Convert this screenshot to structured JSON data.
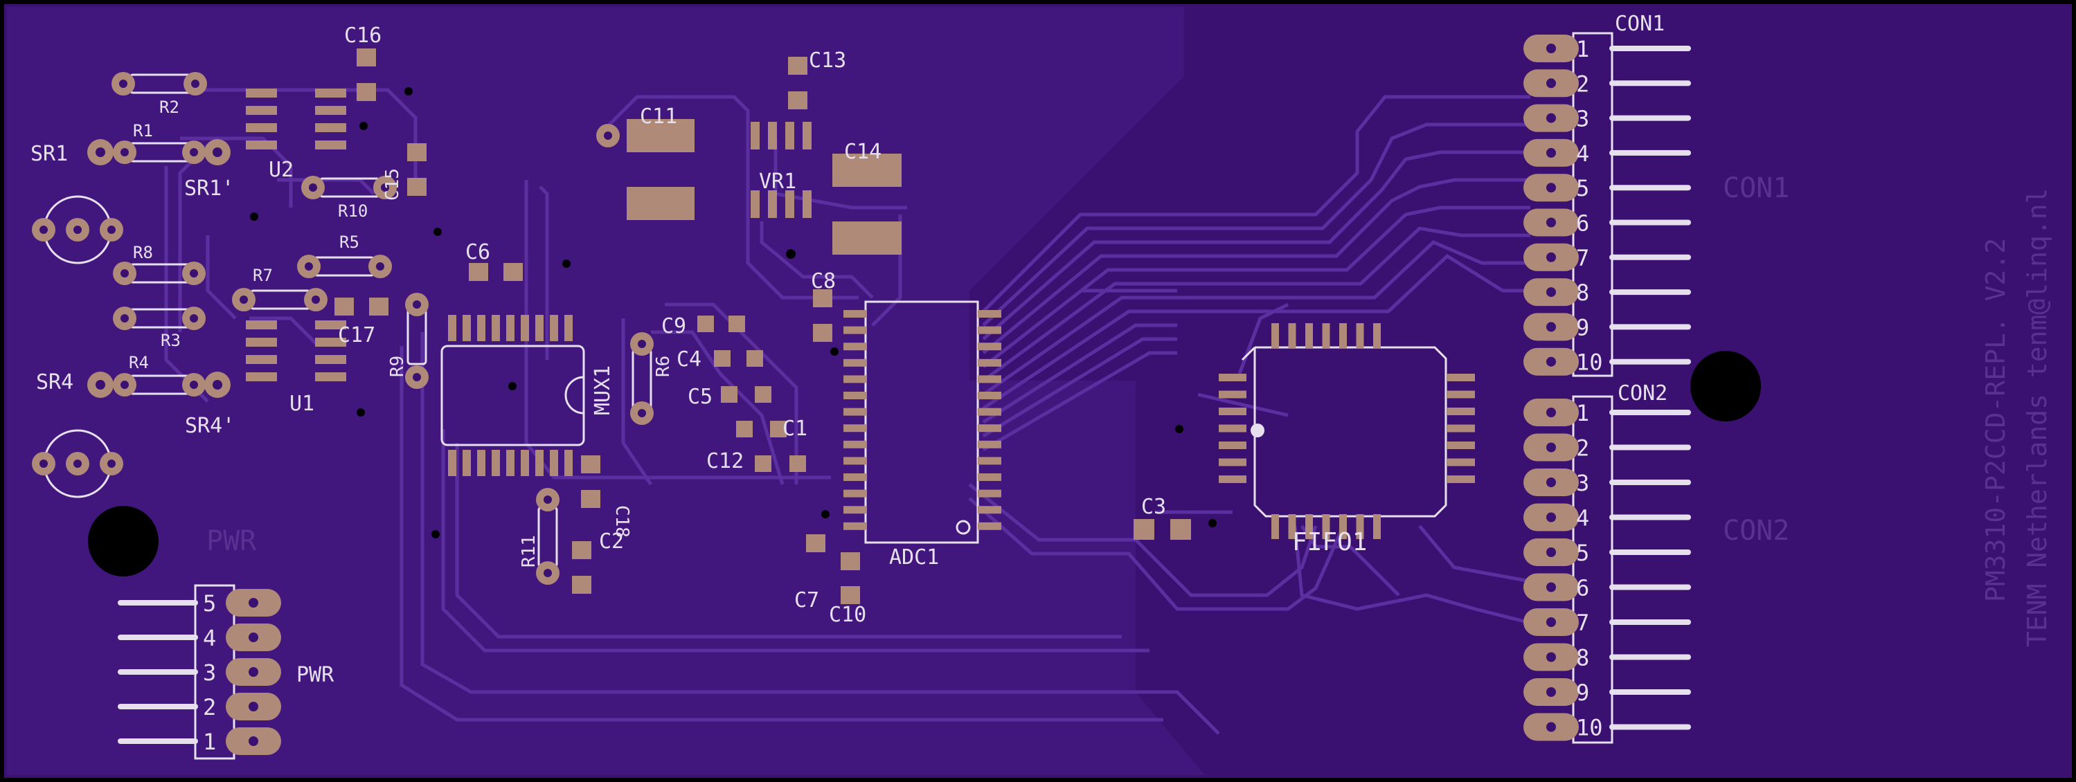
{
  "board": {
    "silk_text_line1": "PM3310-P2CCD-REPL. V2.2",
    "silk_text_line2": "TENM Netherlands tenm@linq.nl",
    "ghost_labels": [
      "CON1",
      "CON2",
      "PWR"
    ]
  },
  "labels": {
    "C16": "C16",
    "C13": "C13",
    "R2": "R2",
    "R1": "R1",
    "SR1": "SR1",
    "SR1p": "SR1'",
    "U2": "U2",
    "R10": "R10",
    "C15": "C15",
    "C11": "C11",
    "C14": "C14",
    "VR1": "VR1",
    "R8": "R8",
    "R5": "R5",
    "R7": "R7",
    "C6": "C6",
    "C8": "C8",
    "R3": "R3",
    "C17": "C17",
    "R9": "R9",
    "R6": "R6",
    "C9": "C9",
    "C4": "C4",
    "C5": "C5",
    "C1": "C1",
    "C12": "C12",
    "MUX1": "MUX1",
    "ADC1": "ADC1",
    "SR4": "SR4",
    "SR4p": "SR4'",
    "R4": "R4",
    "U1": "U1",
    "C18": "C18",
    "R11": "R11",
    "C2": "C2",
    "C7": "C7",
    "C10": "C10",
    "C3": "C3",
    "FIFO1": "FIFO1",
    "PWR": "PWR",
    "CON1": "CON1",
    "CON2": "CON2"
  },
  "connectors": {
    "con1_pins": [
      "1",
      "2",
      "3",
      "4",
      "5",
      "6",
      "7",
      "8",
      "9",
      "10"
    ],
    "con2_pins": [
      "1",
      "2",
      "3",
      "4",
      "5",
      "6",
      "7",
      "8",
      "9",
      "10"
    ],
    "pwr_pins": [
      "5",
      "4",
      "3",
      "2",
      "1"
    ]
  },
  "colors": {
    "board": "#3a1070",
    "board_light": "#4a1c86",
    "trace": "#5c2fa0",
    "pad": "#b08a78",
    "silk": "#e6e0ee",
    "ghost": "#5a3090",
    "hole": "#000000"
  }
}
